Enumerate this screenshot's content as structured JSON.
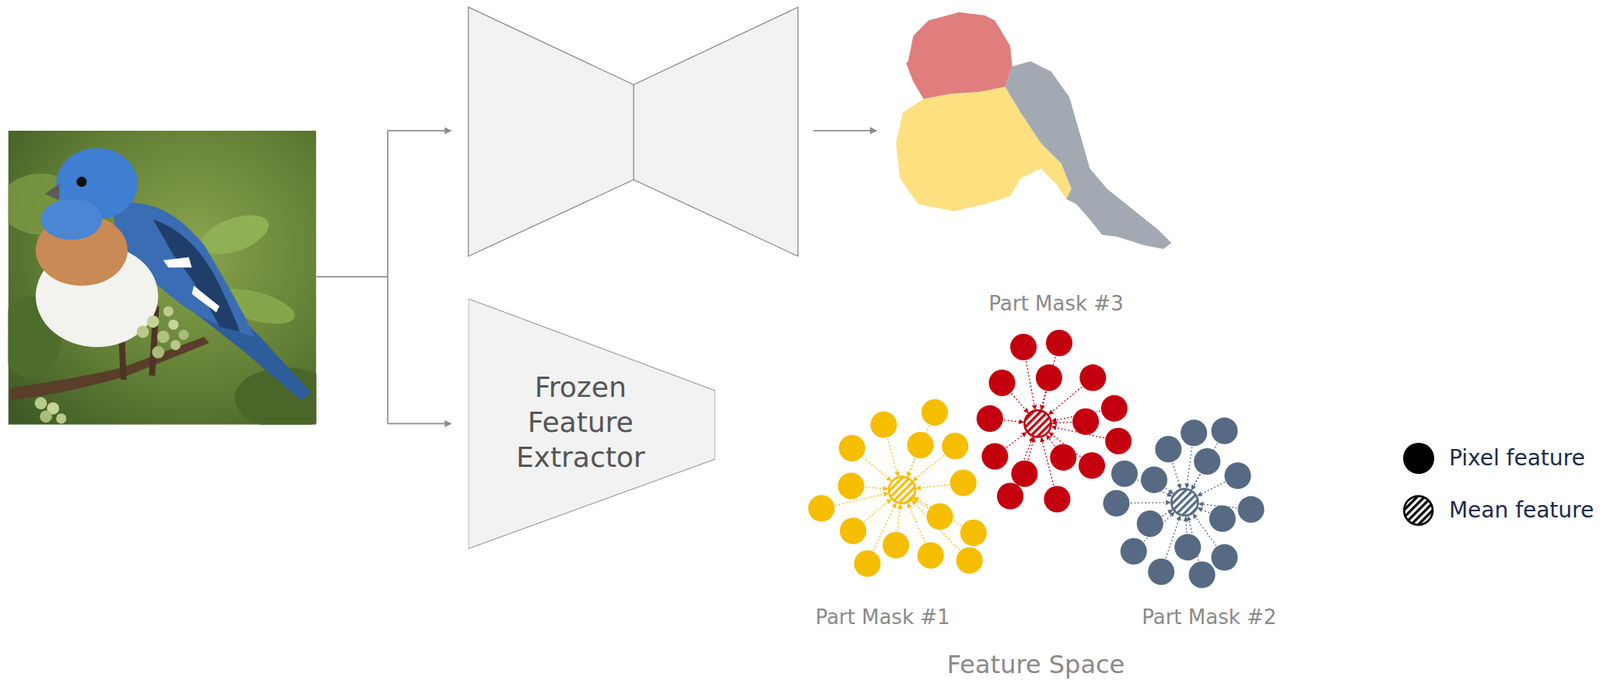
{
  "diagram": {
    "nodes": [
      {
        "text": [
          "Frozen Feature Extractor"
        ]
      }
    ],
    "labels": [
      "Part Mask #3",
      "Part Mask #1",
      "Part Mask #2",
      "Feature Space"
    ],
    "legend": [
      {
        "text": "Pixel feature",
        "color": "#000000"
      },
      {
        "text": "Mean feature"
      }
    ]
  }
}
